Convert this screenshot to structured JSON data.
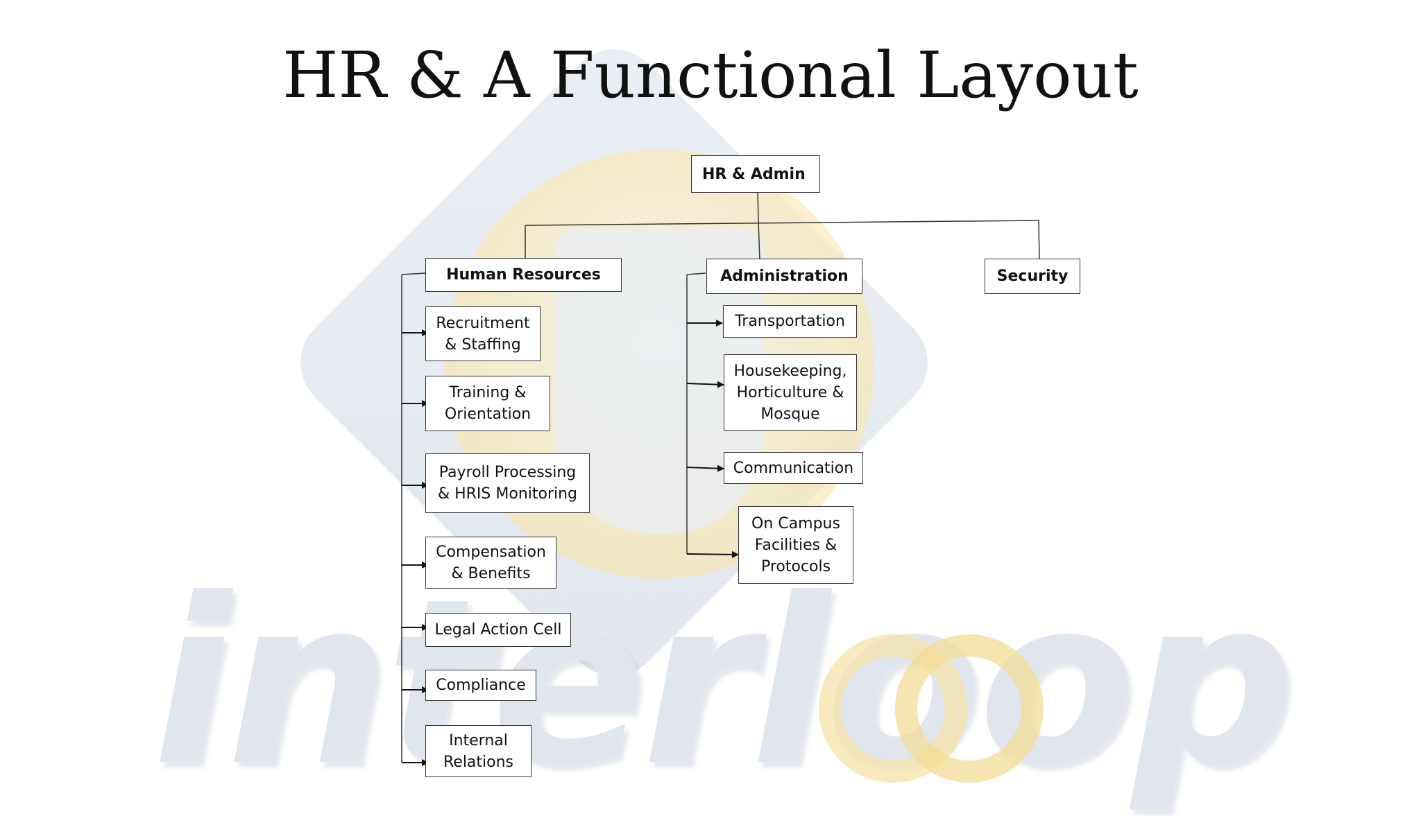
{
  "title": "HR & A Functional Layout",
  "watermark": {
    "word": "interloop"
  },
  "org": {
    "root": "HR & Admin",
    "departments": {
      "hr": "Human Resources",
      "admin": "Administration",
      "security": "Security"
    },
    "hr_units": [
      "Recruitment\n& Staffing",
      "Training &\nOrientation",
      "Payroll Processing\n& HRIS Monitoring",
      "Compensation\n& Benefits",
      "Legal Action Cell",
      "Compliance",
      "Internal\nRelations"
    ],
    "admin_units": [
      "Transportation",
      "Housekeeping,\nHorticulture &\nMosque",
      "Communication",
      "On Campus\nFacilities &\nProtocols"
    ]
  }
}
